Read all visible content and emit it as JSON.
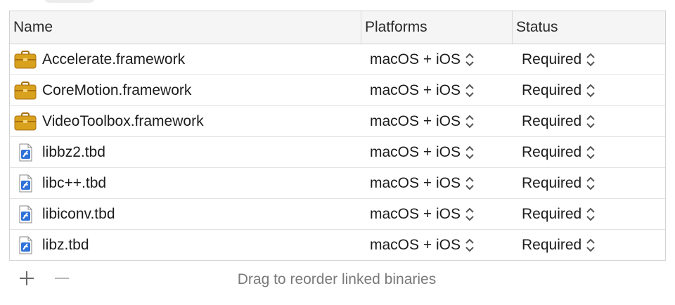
{
  "table": {
    "columns": {
      "name": "Name",
      "platforms": "Platforms",
      "status": "Status"
    },
    "rows": [
      {
        "name": "Accelerate.framework",
        "icon": "framework-toolbox-icon",
        "platforms": "macOS + iOS",
        "status": "Required"
      },
      {
        "name": "CoreMotion.framework",
        "icon": "framework-toolbox-icon",
        "platforms": "macOS + iOS",
        "status": "Required"
      },
      {
        "name": "VideoToolbox.framework",
        "icon": "framework-toolbox-icon",
        "platforms": "macOS + iOS",
        "status": "Required"
      },
      {
        "name": "libbz2.tbd",
        "icon": "tbd-file-icon",
        "platforms": "macOS + iOS",
        "status": "Required"
      },
      {
        "name": "libc++.tbd",
        "icon": "tbd-file-icon",
        "platforms": "macOS + iOS",
        "status": "Required"
      },
      {
        "name": "libiconv.tbd",
        "icon": "tbd-file-icon",
        "platforms": "macOS + iOS",
        "status": "Required"
      },
      {
        "name": "libz.tbd",
        "icon": "tbd-file-icon",
        "platforms": "macOS + iOS",
        "status": "Required"
      }
    ]
  },
  "footer": {
    "add_icon": "plus-icon",
    "remove_icon": "minus-icon",
    "hint": "Drag to reorder linked binaries"
  },
  "colors": {
    "toolbox_body": "#d9a21e",
    "toolbox_dark": "#a86f10",
    "file_blue": "#2f72d8"
  }
}
